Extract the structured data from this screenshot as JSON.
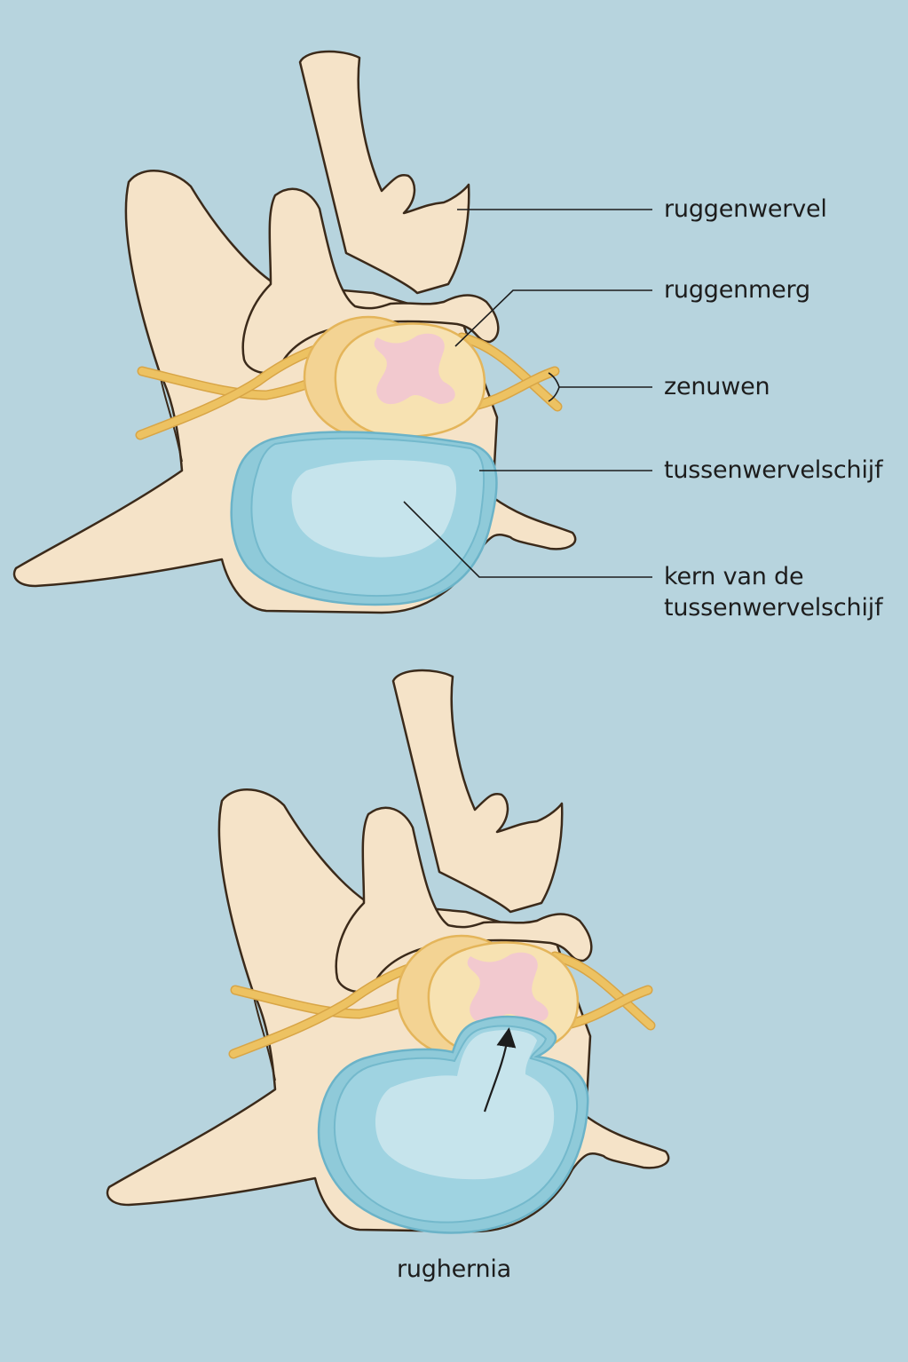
{
  "labels": {
    "ruggenwervel": "ruggenwervel",
    "ruggenmerg": "ruggenmerg",
    "zenuwen": "zenuwen",
    "tussenwervelschijf": "tussenwervelschijf",
    "kern": "kern van de\ntussenwervelschijf"
  },
  "caption": "rughernia",
  "colors": {
    "background": "#b7d4de",
    "bone": "#f5e3c8",
    "nerve": "#edc262",
    "spinal_cord": "#f3d393",
    "grey_matter": "#f2c9cf",
    "disc": "#8fcad9",
    "nucleus": "#c6e4ec"
  }
}
